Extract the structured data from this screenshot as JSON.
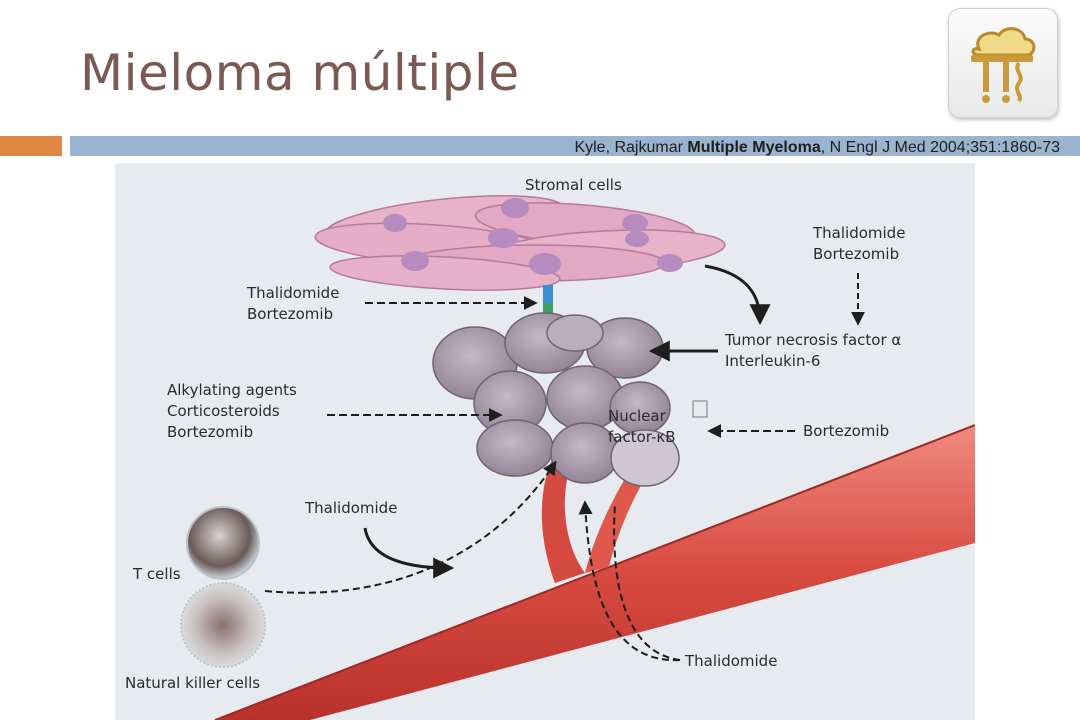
{
  "slide": {
    "title": "Mieloma múltiple",
    "citation": {
      "authors": "Kyle, Rajkumar ",
      "work": "Multiple Myeloma",
      "source": ", N Engl J Med 2004;351:1860-73"
    }
  },
  "logo": {
    "icon": "brain-molecule-logo-icon"
  },
  "colors": {
    "title": "#7a5a52",
    "accent_orange": "#e08844",
    "accent_blue": "#9ab3cf",
    "vessel": "#d84a40",
    "myeloma_cells": "#a698a8",
    "stromal_cells": "#e3a9c4"
  },
  "diagram": {
    "labels": {
      "stromal": "Stromal cells",
      "thal_bort_left_1": "Thalidomide",
      "thal_bort_left_2": "Bortezomib",
      "thal_bort_right_1": "Thalidomide",
      "thal_bort_right_2": "Bortezomib",
      "tnf": "Tumor necrosis factor α",
      "il6": "Interleukin-6",
      "alkylating": "Alkylating agents",
      "corticosteroids": "Corticosteroids",
      "bortezomib_left": "Bortezomib",
      "nuclear_1": "Nuclear",
      "nuclear_2": "factor-κB",
      "bortezomib_right": "Bortezomib",
      "thalidomide_mid": "Thalidomide",
      "t_cells": "T cells",
      "nk_cells": "Natural killer cells",
      "thalidomide_bottom": "Thalidomide"
    }
  }
}
